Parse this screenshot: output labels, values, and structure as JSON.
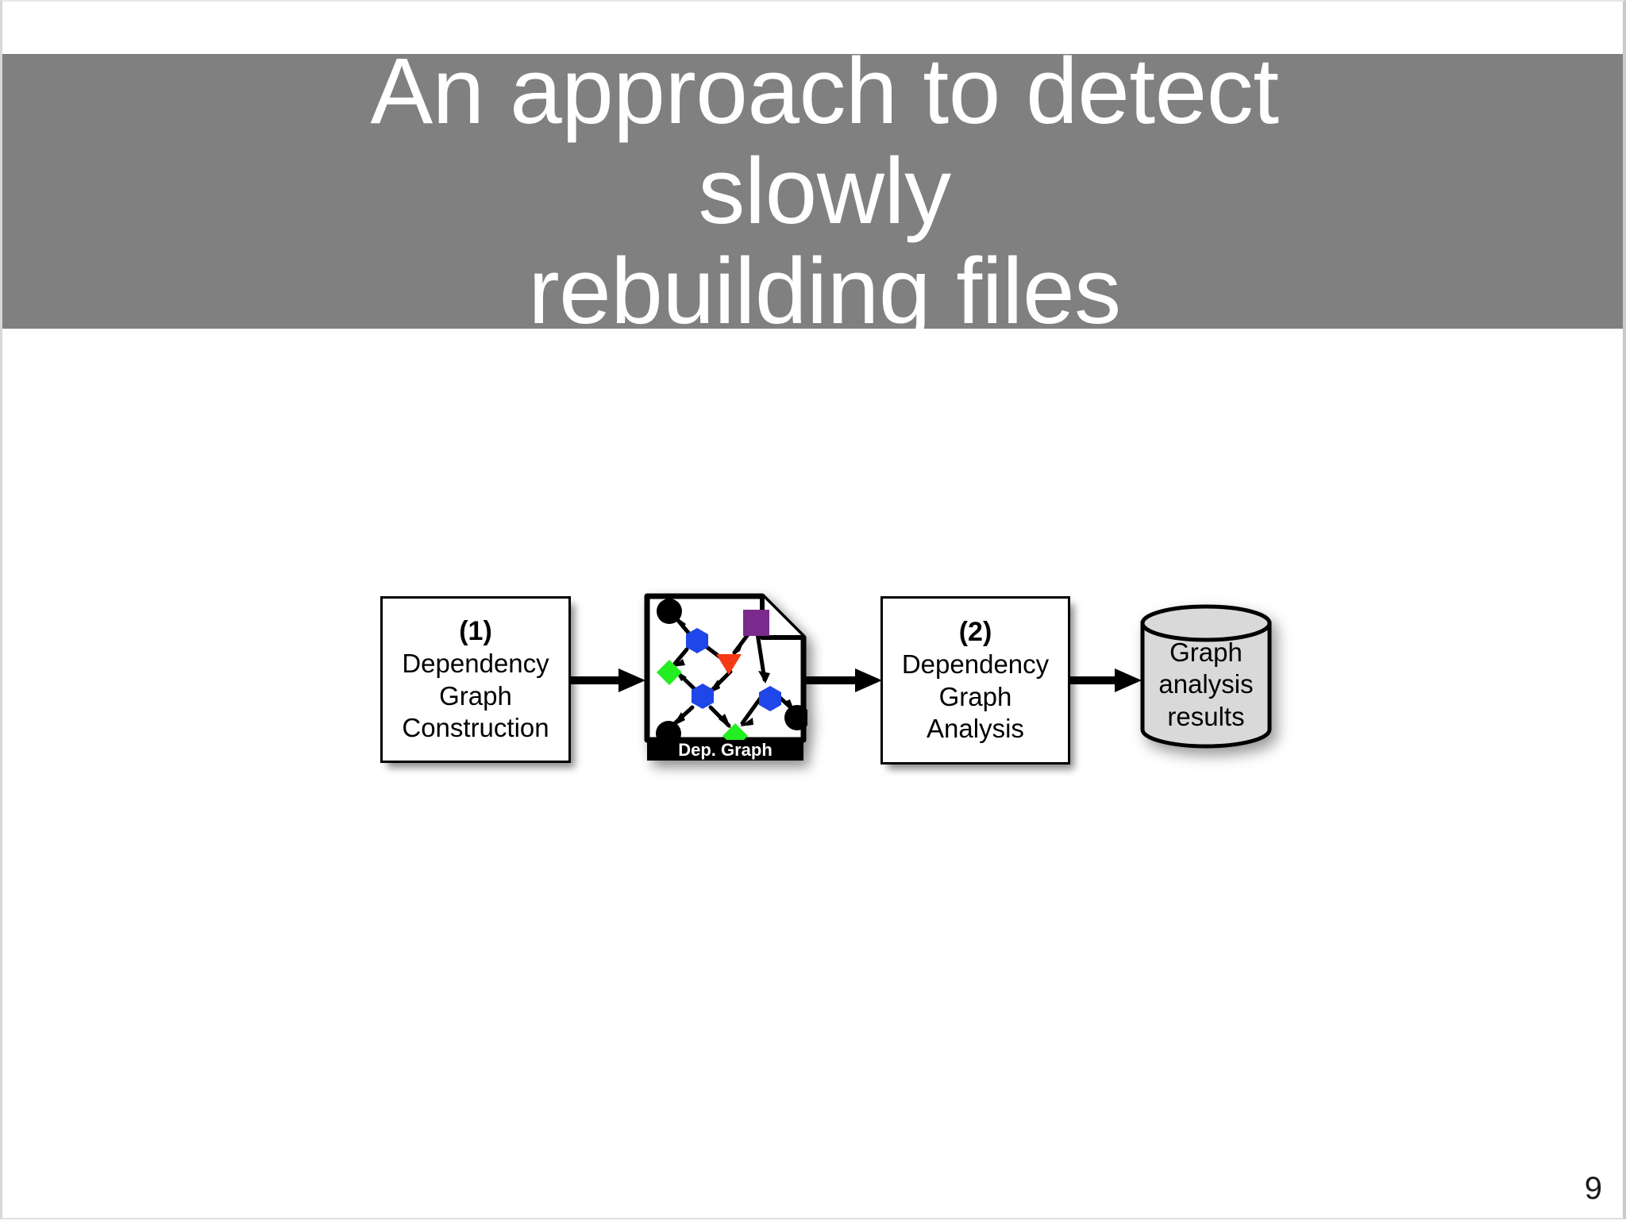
{
  "slide": {
    "title": "An approach to detect slowly\nrebuilding files",
    "page_number": "9",
    "title_band_color": "#808080",
    "title_text_color": "#ffffff",
    "background_color": "#ffffff"
  },
  "diagram": {
    "name": "dependency-graph-pipeline",
    "steps": [
      {
        "id": "construction",
        "kind": "process-box",
        "number": "(1)",
        "lines": "Dependency\nGraph\nConstruction"
      },
      {
        "id": "dep-graph-artifact",
        "kind": "document-icon",
        "label": "Dep. Graph",
        "label_background": "#000000",
        "label_color": "#ffffff"
      },
      {
        "id": "analysis",
        "kind": "process-box",
        "number": "(2)",
        "lines": "Dependency\nGraph\nAnalysis"
      },
      {
        "id": "results-store",
        "kind": "database-cylinder",
        "label": "Graph\nanalysis\nresults",
        "fill": "#d9d9d9"
      }
    ],
    "arrows": [
      {
        "id": "arrow-1",
        "from": "construction",
        "to": "dep-graph-artifact"
      },
      {
        "id": "arrow-2",
        "from": "dep-graph-artifact",
        "to": "analysis"
      },
      {
        "id": "arrow-3",
        "from": "analysis",
        "to": "results-store"
      }
    ],
    "graph_thumbnail": {
      "node_colors": {
        "black-circle": "#000000",
        "blue-hexagon": "#1f46e8",
        "green-diamond": "#22ee22",
        "purple-square": "#7b2a8e",
        "red-triangle": "#f53a16"
      },
      "nodes": [
        {
          "id": "n1",
          "shape": "circle",
          "color": "#000000"
        },
        {
          "id": "n2",
          "shape": "hexagon",
          "color": "#1f46e8"
        },
        {
          "id": "n3",
          "shape": "diamond",
          "color": "#22ee22"
        },
        {
          "id": "n4",
          "shape": "triangle",
          "color": "#f53a16"
        },
        {
          "id": "n5",
          "shape": "square",
          "color": "#7b2a8e"
        },
        {
          "id": "n6",
          "shape": "hexagon",
          "color": "#1f46e8"
        },
        {
          "id": "n7",
          "shape": "hexagon",
          "color": "#1f46e8"
        },
        {
          "id": "n8",
          "shape": "circle",
          "color": "#000000"
        },
        {
          "id": "n9",
          "shape": "circle",
          "color": "#000000"
        },
        {
          "id": "n10",
          "shape": "diamond",
          "color": "#22ee22"
        },
        {
          "id": "n11",
          "shape": "circle",
          "color": "#000000"
        }
      ],
      "edges": [
        {
          "from": "n2",
          "to": "n1"
        },
        {
          "from": "n2",
          "to": "n3"
        },
        {
          "from": "n4",
          "to": "n2"
        },
        {
          "from": "n5",
          "to": "n4"
        },
        {
          "from": "n5",
          "to": "n6"
        },
        {
          "from": "n4",
          "to": "n7"
        },
        {
          "from": "n7",
          "to": "n3"
        },
        {
          "from": "n7",
          "to": "n9"
        },
        {
          "from": "n7",
          "to": "n10"
        },
        {
          "from": "n6",
          "to": "n8"
        },
        {
          "from": "n6",
          "to": "n10"
        }
      ]
    }
  }
}
